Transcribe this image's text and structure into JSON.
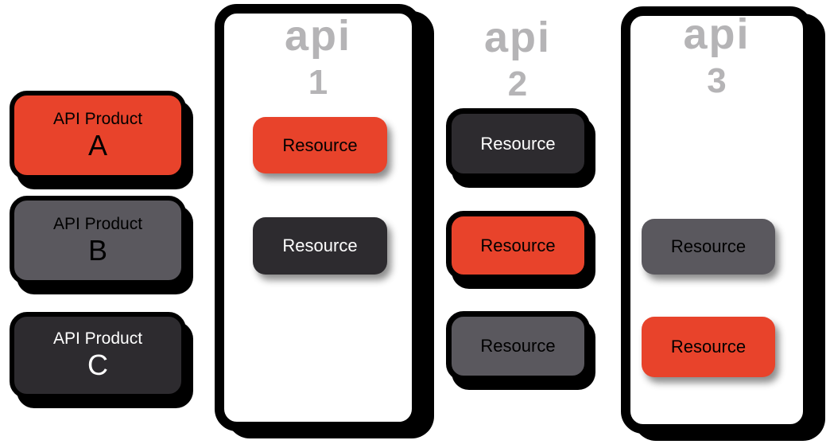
{
  "colors": {
    "orange": "#E8432B",
    "dark_gray": "#2D2B2F",
    "mid_gray": "#5A585E",
    "label_gray": "#B5B4B6",
    "outline_black": "#000000",
    "text_black": "#000000",
    "text_white": "#FFFFFF",
    "canvas_white": "#FFFFFF"
  },
  "products": [
    {
      "line1": "API Product",
      "line2": "A",
      "fill": "orange",
      "text": "black"
    },
    {
      "line1": "API Product",
      "line2": "B",
      "fill": "mid_gray",
      "text": "black"
    },
    {
      "line1": "API Product",
      "line2": "C",
      "fill": "dark_gray",
      "text": "white"
    }
  ],
  "apis": [
    {
      "label": "api",
      "number": "1",
      "has_container": true,
      "resources": [
        {
          "label": "Resource",
          "fill": "orange",
          "text": "black",
          "style": "soft-shadow"
        },
        {
          "label": "Resource",
          "fill": "dark_gray",
          "text": "white",
          "style": "soft-shadow"
        }
      ]
    },
    {
      "label": "api",
      "number": "2",
      "has_container": false,
      "resources": [
        {
          "label": "Resource",
          "fill": "dark_gray",
          "text": "white",
          "style": "black-outline"
        },
        {
          "label": "Resource",
          "fill": "orange",
          "text": "black",
          "style": "black-outline"
        },
        {
          "label": "Resource",
          "fill": "mid_gray",
          "text": "black",
          "style": "black-outline"
        }
      ]
    },
    {
      "label": "api",
      "number": "3",
      "has_container": true,
      "resources": [
        {
          "label": "Resource",
          "fill": "mid_gray",
          "text": "black",
          "style": "soft-shadow"
        },
        {
          "label": "Resource",
          "fill": "orange",
          "text": "black",
          "style": "soft-shadow"
        }
      ]
    }
  ]
}
